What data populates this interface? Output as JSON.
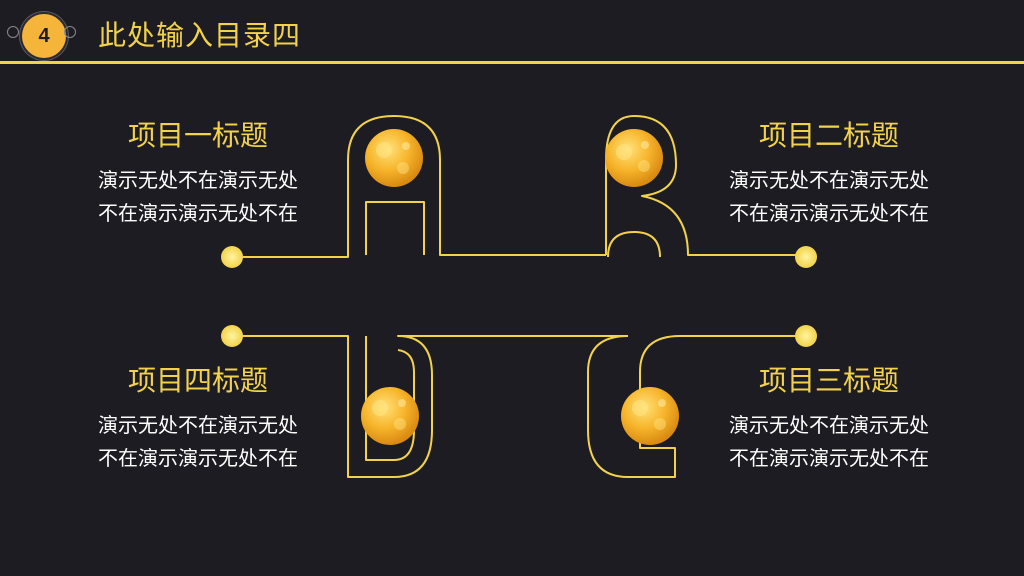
{
  "header": {
    "badge_number": "4",
    "title": "此处输入目录四"
  },
  "items": [
    {
      "title": "项目一标题",
      "lines": [
        "演示无处不在演示无处",
        "不在演示演示无处不在"
      ]
    },
    {
      "title": "项目二标题",
      "lines": [
        "演示无处不在演示无处",
        "不在演示演示无处不在"
      ]
    },
    {
      "title": "项目四标题",
      "lines": [
        "演示无处不在演示无处",
        "不在演示演示无处不在"
      ]
    },
    {
      "title": "项目三标题",
      "lines": [
        "演示无处不在演示无处",
        "不在演示演示无处不在"
      ]
    }
  ],
  "colors": {
    "background": "#1c1c22",
    "accent": "#f2d24a",
    "badge": "#f5b43a",
    "text": "#ffffff"
  }
}
